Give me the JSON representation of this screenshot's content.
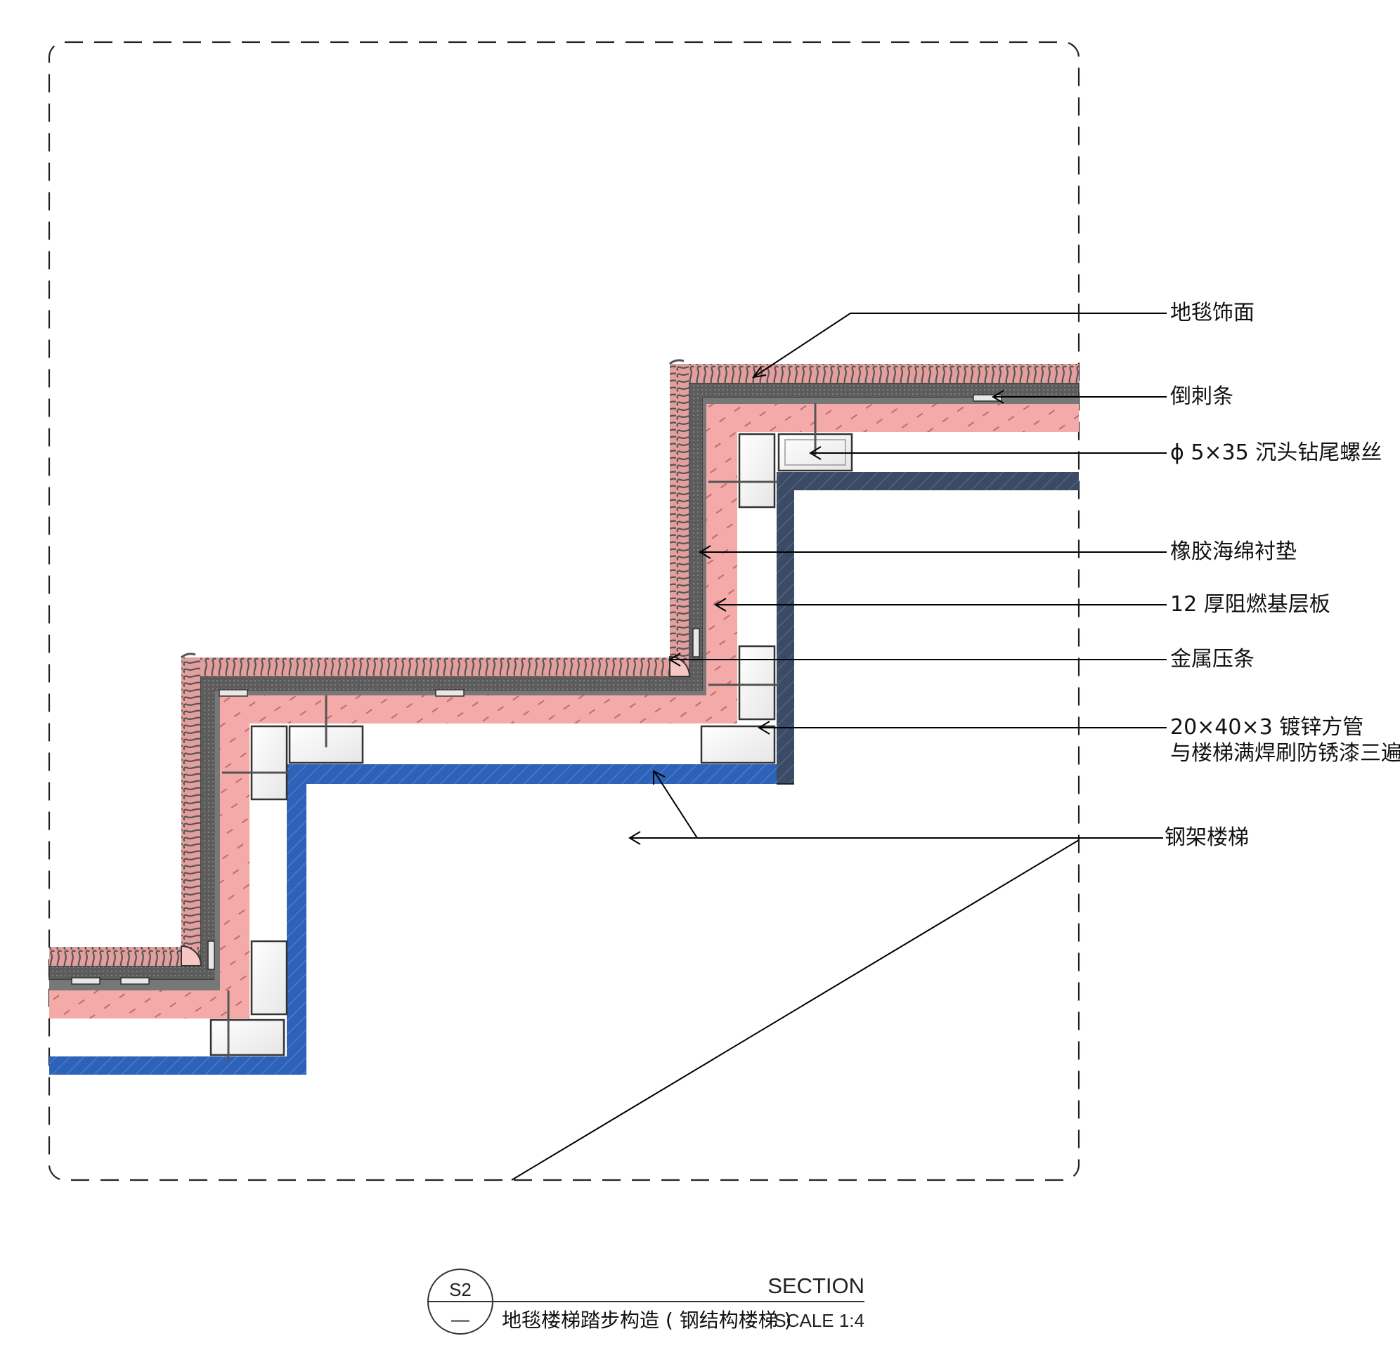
{
  "labels": {
    "carpet": "地毯饰面",
    "tack_strip": "倒刺条",
    "screw": "ϕ 5×35 沉头钻尾螺丝",
    "underlay": "橡胶海绵衬垫",
    "board": "12 厚阻燃基层板",
    "metal_strip": "金属压条",
    "tube_line1": "20×40×3 镀锌方管",
    "tube_line2": "与楼梯满焊刷防锈漆三遍",
    "steel_stair": "钢架楼梯"
  },
  "title_block": {
    "section_id": "S2",
    "section_sub": "—",
    "section_word": "SECTION",
    "title": "地毯楼梯踏步构造 ( 钢结构楼梯 )",
    "scale": "SCALE 1:4"
  },
  "colors": {
    "carpet": "#e4a3a0",
    "carpet_fiber": "#5a5a5a",
    "underlay": "#5b5b5b",
    "board": "#f1a7a6",
    "steel_blue": "#2f6fc4",
    "steel_dark": "#3d4f6a"
  }
}
